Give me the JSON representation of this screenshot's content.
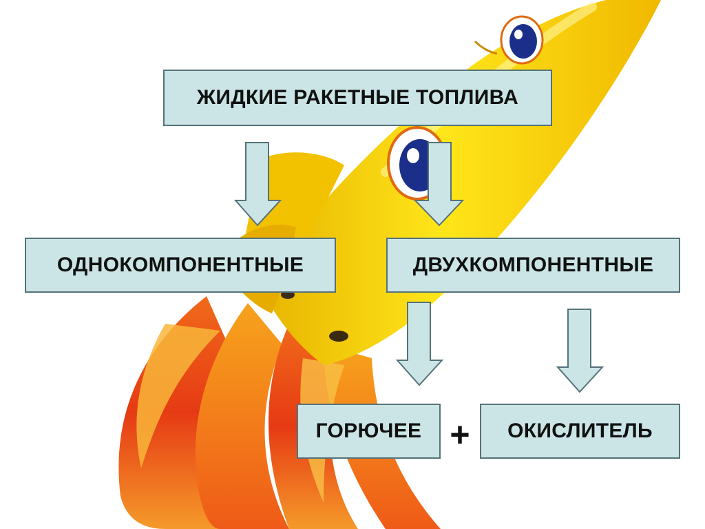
{
  "diagram": {
    "root": "ЖИДКИЕ РАКЕТНЫЕ ТОПЛИВА",
    "left": "ОДНОКОМПОНЕНТНЫЕ",
    "right": "ДВУХКОМПОНЕНТНЫЕ",
    "fuel": "ГОРЮЧЕЕ",
    "plus": "+",
    "oxidizer": "ОКИСЛИТЕЛЬ"
  },
  "colors": {
    "box_fill": "#cbe5e6",
    "box_border": "#55727a",
    "arrow_fill": "#cbe5e6",
    "rocket_body": "#f5d60a",
    "flame": "#e83a12"
  },
  "illustration": {
    "subject": "cartoon-rocket-with-flames"
  }
}
